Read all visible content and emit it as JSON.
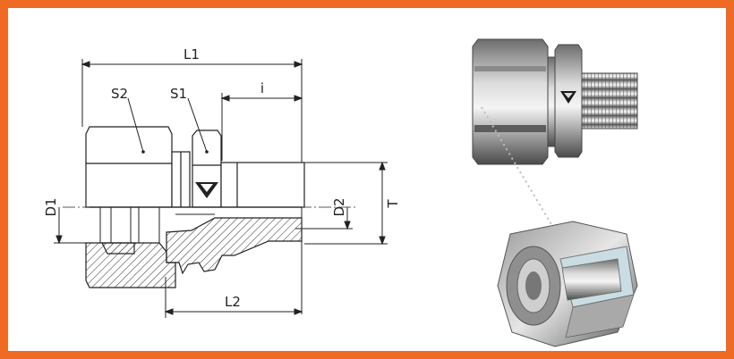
{
  "frame": {
    "border_color": "#ef6a23"
  },
  "drawing": {
    "labels": {
      "L1": "L1",
      "L2": "L2",
      "S1": "S1",
      "S2": "S2",
      "i": "i",
      "D1": "D1",
      "D2": "D2",
      "T": "T"
    }
  },
  "images": {
    "fitting_photo": "male-stud-fitting-photo",
    "cutaway_render": "fitting-cutaway-render"
  }
}
